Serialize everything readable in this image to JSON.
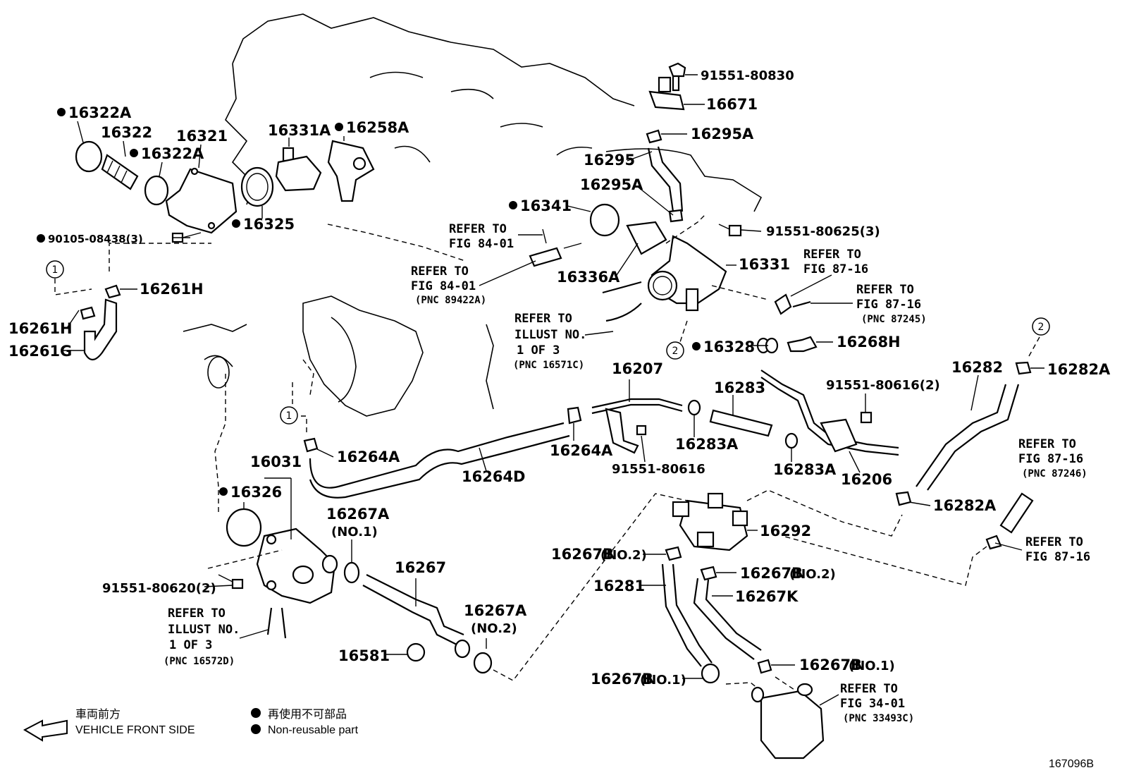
{
  "diagram_code": "167096B",
  "legend": {
    "front_jp": "車両前方",
    "front_en": "VEHICLE FRONT SIDE",
    "nonreuse_jp": "再使用不可部品",
    "nonreuse_en": "Non-reusable part"
  },
  "circle_refs": [
    "1",
    "2"
  ],
  "labels": {
    "p16322A_a": "16322A",
    "p16322": "16322",
    "p16322A_b": "16322A",
    "p16321": "16321",
    "p16331A": "16331A",
    "p16258A": "16258A",
    "p16325": "16325",
    "p90105": "90105-08438(3)",
    "p16261H_a": "16261H",
    "p16261H_b": "16261H",
    "p16261G": "16261G",
    "p91551_80830": "91551-80830",
    "p16671": "16671",
    "p16295A_a": "16295A",
    "p16295": "16295",
    "p16295A_b": "16295A",
    "p16341": "16341",
    "p91551_80625": "91551-80625(3)",
    "p16336A": "16336A",
    "p16331": "16331",
    "p16328": "16328",
    "p16268H": "16268H",
    "p16207": "16207",
    "p16283": "16283",
    "p91551_80616_2": "91551-80616(2)",
    "p16282": "16282",
    "p16282A_a": "16282A",
    "p16264A_a": "16264A",
    "p16264A_b": "16264A",
    "p91551_80616": "91551-80616",
    "p16283A_a": "16283A",
    "p16283A_b": "16283A",
    "p16206": "16206",
    "p16264D": "16264D",
    "p16282A_b": "16282A",
    "p16031": "16031",
    "p16326": "16326",
    "p16267A_1": "16267A",
    "p16267A_1n": "(NO.1)",
    "p16267": "16267",
    "p16267A_2": "16267A",
    "p16267A_2n": "(NO.2)",
    "p91551_80620": "91551-80620(2)",
    "p16581": "16581",
    "p16292": "16292",
    "p16267B_2a": "16267B",
    "p16267B_2an": "(NO.2)",
    "p16267B_2b": "16267B",
    "p16267B_2bn": "(NO.2)",
    "p16281": "16281",
    "p16267K": "16267K",
    "p16267B_1a": "16267B",
    "p16267B_1an": "(NO.1)",
    "p16267B_1b": "16267B",
    "p16267B_1bn": "(NO.1)"
  },
  "refs": {
    "r1_l1": "REFER TO",
    "r1_l2": "FIG 84-01",
    "r2_l1": "REFER TO",
    "r2_l2": "FIG 84-01",
    "r2_l3": "(PNC 89422A)",
    "r3_l1": "REFER TO",
    "r3_l2": "ILLUST NO.",
    "r3_l3": "1 OF 3",
    "r3_l4": "(PNC 16571C)",
    "r4_l1": "REFER TO",
    "r4_l2": "FIG 87-16",
    "r5_l1": "REFER TO",
    "r5_l2": "FIG 87-16",
    "r5_l3": "(PNC 87245)",
    "r6_l1": "REFER TO",
    "r6_l2": "FIG 87-16",
    "r6_l3": "(PNC 87246)",
    "r7_l1": "REFER TO",
    "r7_l2": "FIG 87-16",
    "r8_l1": "REFER TO",
    "r8_l2": "ILLUST NO.",
    "r8_l3": "1 OF 3",
    "r8_l4": "(PNC 16572D)",
    "r9_l1": "REFER TO",
    "r9_l2": "FIG 34-01",
    "r9_l3": "(PNC 33493C)"
  }
}
